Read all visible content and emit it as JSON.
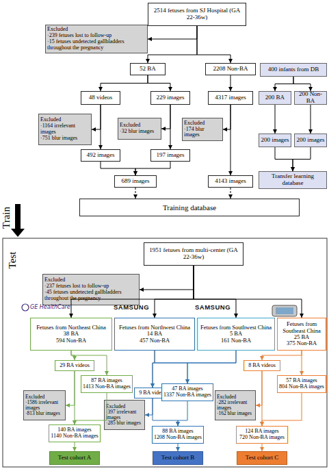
{
  "diagram": {
    "nodes": [
      {
        "text": [
          "2514 fetuses from SJ Hospital (GA 22-36w)"
        ]
      },
      {
        "text": [
          "Excluded",
          "·239 fetuses lost to follow-up",
          "·15 fetuses undetected gallbladders throughout the pregnancy"
        ]
      },
      {
        "text": [
          "52 BA"
        ]
      },
      {
        "text": [
          "2208 Non-BA"
        ]
      },
      {
        "text": [
          "48 videos"
        ]
      },
      {
        "text": [
          "229 images"
        ]
      },
      {
        "text": [
          "Excluded",
          "·1164 irrelevant images",
          "·751 blur images"
        ]
      },
      {
        "text": [
          "Excluded",
          "·32 blur images"
        ]
      },
      {
        "text": [
          "4317 images"
        ]
      },
      {
        "text": [
          "Excluded",
          "·174 blur images"
        ]
      },
      {
        "text": [
          "492 images"
        ]
      },
      {
        "text": [
          "197 images"
        ]
      },
      {
        "text": [
          "689 images"
        ]
      },
      {
        "text": [
          "4143 images"
        ]
      },
      {
        "text": [
          "Training database"
        ]
      },
      {
        "text": [
          "400 infants from DB"
        ]
      },
      {
        "text": [
          "200 BA"
        ]
      },
      {
        "text": [
          "200 Non-BA"
        ]
      },
      {
        "text": [
          "200 images"
        ]
      },
      {
        "text": [
          "200 images"
        ]
      },
      {
        "text": [
          "Transfer learning database"
        ]
      },
      {
        "text": [
          "1951 fetuses from multi-center (GA 22-36w)"
        ]
      },
      {
        "text": [
          "Excluded",
          "·237 fetuses lost to follow-up",
          "·45 fetuses undetected gallbladders throughout the pregnancy"
        ]
      },
      {
        "text": [
          "Fetuses from Northeast China",
          "38 BA",
          "594 Non-BA"
        ]
      },
      {
        "text": [
          "Fetuses from Northwest China",
          "14 BA",
          "457 Non-BA"
        ]
      },
      {
        "text": [
          "Fetuses from Southwest China",
          "5 BA",
          "161 Non-BA"
        ]
      },
      {
        "text": [
          "Fetuses from Southeast China",
          "25 BA",
          "375 Non-BA"
        ]
      },
      {
        "text": [
          "29 BA videos"
        ]
      },
      {
        "text": [
          "87 BA images",
          "1413 Non-BA images"
        ]
      },
      {
        "text": [
          "Excluded",
          "·1586 irrelevant images",
          "·813 blur images"
        ]
      },
      {
        "text": [
          "140 BA images",
          "1140 Non-BA images"
        ]
      },
      {
        "text": [
          "Test cohort A"
        ]
      },
      {
        "text": [
          "9 BA videos"
        ]
      },
      {
        "text": [
          "47 BA images",
          "1337 Non-BA images"
        ]
      },
      {
        "text": [
          "Excluded",
          "·397 irrelevant images",
          "·285 blur images"
        ]
      },
      {
        "text": [
          "88 BA images",
          "1208 Non-BA images"
        ]
      },
      {
        "text": [
          "Test cohort B"
        ]
      },
      {
        "text": [
          "8 BA videos"
        ]
      },
      {
        "text": [
          "57 BA images",
          "804 Non-BA images"
        ]
      },
      {
        "text": [
          "Excluded",
          "·282 irrelevant images",
          "·162 blur images"
        ]
      },
      {
        "text": [
          "124 BA images",
          "720 Non-BA images"
        ]
      },
      {
        "text": [
          "Test cohort C"
        ]
      }
    ],
    "edges": [
      {
        "from": 0,
        "to": 1,
        "arrow": "to"
      },
      {
        "from": 0,
        "to": 2,
        "arrow": "to"
      },
      {
        "from": 0,
        "to": 3,
        "arrow": "to"
      },
      {
        "from": 2,
        "to": 4,
        "arrow": "to"
      },
      {
        "from": 2,
        "to": 5,
        "arrow": "to"
      },
      {
        "from": 4,
        "to": 6,
        "arrow": "to"
      },
      {
        "from": 4,
        "to": 10,
        "arrow": "to"
      },
      {
        "from": 5,
        "to": 7,
        "arrow": "to"
      },
      {
        "from": 5,
        "to": 11,
        "arrow": "to"
      },
      {
        "from": 3,
        "to": 8,
        "arrow": "to"
      },
      {
        "from": 8,
        "to": 9,
        "arrow": "to"
      },
      {
        "from": 8,
        "to": 13,
        "arrow": "to"
      },
      {
        "from": 10,
        "to": 12,
        "arrow": "to"
      },
      {
        "from": 11,
        "to": 12,
        "arrow": "to"
      },
      {
        "from": 12,
        "to": 14,
        "arrow": "to"
      },
      {
        "from": 13,
        "to": 14,
        "arrow": "to"
      },
      {
        "from": 15,
        "to": 16,
        "arrow": "to"
      },
      {
        "from": 15,
        "to": 17,
        "arrow": "to"
      },
      {
        "from": 16,
        "to": 18,
        "arrow": "to"
      },
      {
        "from": 17,
        "to": 19,
        "arrow": "to"
      },
      {
        "from": 18,
        "to": 20,
        "arrow": "to"
      },
      {
        "from": 19,
        "to": 20,
        "arrow": "to"
      },
      {
        "from": 21,
        "to": 22,
        "arrow": "to"
      },
      {
        "from": 21,
        "to": 23,
        "arrow": "to"
      },
      {
        "from": 21,
        "to": 24,
        "arrow": "to"
      },
      {
        "from": 21,
        "to": 25,
        "arrow": "to"
      },
      {
        "from": 21,
        "to": 26,
        "arrow": "to"
      },
      {
        "from": 23,
        "to": 27,
        "arrow": "to"
      },
      {
        "from": 23,
        "to": 28,
        "arrow": "to"
      },
      {
        "from": 27,
        "to": 29,
        "arrow": "to"
      },
      {
        "from": 27,
        "to": 30,
        "arrow": "to"
      },
      {
        "from": 28,
        "to": 30,
        "arrow": "to"
      },
      {
        "from": 30,
        "to": 31,
        "arrow": "to"
      },
      {
        "from": 24,
        "to": 32,
        "arrow": "to"
      },
      {
        "from": 24,
        "to": 33,
        "arrow": "to"
      },
      {
        "from": 25,
        "to": 32,
        "arrow": "to"
      },
      {
        "from": 25,
        "to": 33,
        "arrow": "to"
      },
      {
        "from": 32,
        "to": 34,
        "arrow": "to"
      },
      {
        "from": 32,
        "to": 35,
        "arrow": "to"
      },
      {
        "from": 33,
        "to": 35,
        "arrow": "to"
      },
      {
        "from": 35,
        "to": 36,
        "arrow": "to"
      },
      {
        "from": 26,
        "to": 37,
        "arrow": "to"
      },
      {
        "from": 26,
        "to": 38,
        "arrow": "to"
      },
      {
        "from": 37,
        "to": 39,
        "arrow": "to"
      },
      {
        "from": 37,
        "to": 40,
        "arrow": "to"
      },
      {
        "from": 38,
        "to": 40,
        "arrow": "to"
      },
      {
        "from": 40,
        "to": 41,
        "arrow": "to"
      }
    ],
    "labels": [
      "Train",
      "Test",
      "GE HealthCare",
      "SAMSUNG",
      "SAMSUNG"
    ]
  }
}
